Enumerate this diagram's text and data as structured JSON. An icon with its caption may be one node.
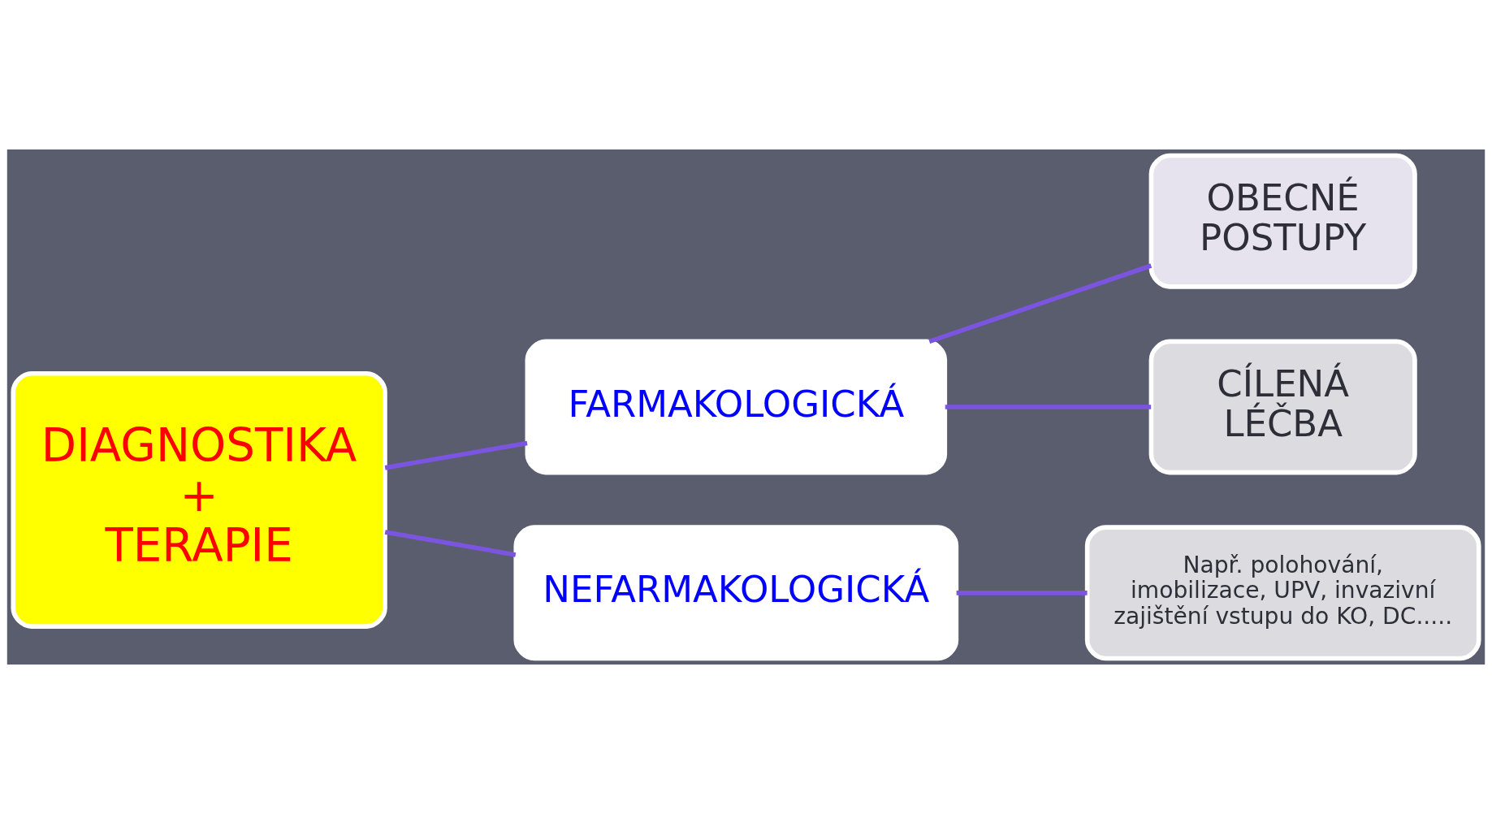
{
  "diagram": {
    "nodes": [
      {
        "text": [
          "DIAGNOSTIKA",
          "+",
          "TERAPIE"
        ]
      },
      {
        "text": [
          "FARMAKOLOGICKÁ"
        ]
      },
      {
        "text": [
          "NEFARMAKOLOGICKÁ"
        ]
      },
      {
        "text": [
          "OBECNÉ POSTUPY"
        ]
      },
      {
        "text": [
          "CÍLENÁ LÉČBA"
        ]
      },
      {
        "text": [
          "Např. polohování, imobilizace, UPV, invazivní zajištění vstupu do KO, DC....."
        ]
      }
    ],
    "edges": [
      {
        "from": 0,
        "to": 1,
        "arrow": "none"
      },
      {
        "from": 0,
        "to": 2,
        "arrow": "none"
      },
      {
        "from": 1,
        "to": 3,
        "arrow": "none"
      },
      {
        "from": 1,
        "to": 4,
        "arrow": "none"
      },
      {
        "from": 2,
        "to": 5,
        "arrow": "none"
      }
    ]
  }
}
